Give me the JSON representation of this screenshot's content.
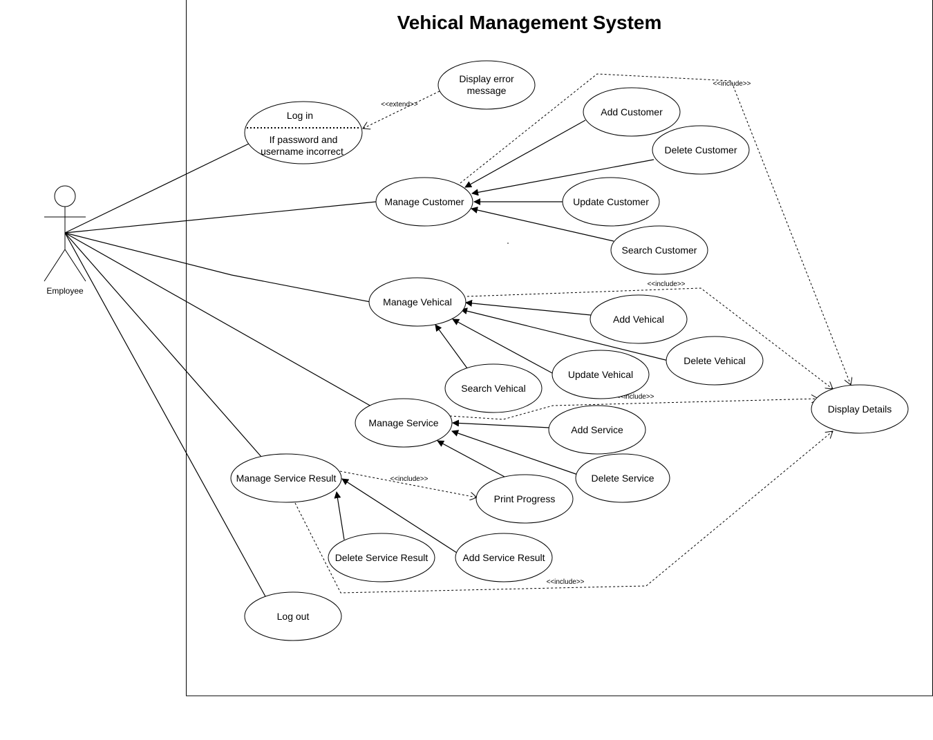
{
  "title": "Vehical Management System",
  "actor": {
    "name": "Employee"
  },
  "use_cases": {
    "login": "Log in",
    "login_condition": [
      "If password and",
      "username incorrect"
    ],
    "display_error": [
      "Display error",
      "message"
    ],
    "manage_customer": "Manage Customer",
    "add_customer": "Add Customer",
    "delete_customer": "Delete Customer",
    "update_customer": "Update Customer",
    "search_customer": "Search Customer",
    "manage_vehical": "Manage Vehical",
    "add_vehical": "Add Vehical",
    "delete_vehical": "Delete Vehical",
    "update_vehical": "Update Vehical",
    "search_vehical": "Search Vehical",
    "manage_service": "Manage Service",
    "add_service": "Add Service",
    "delete_service": "Delete Service",
    "print_progress": "Print Progress",
    "manage_service_result": "Manage Service Result",
    "delete_service_result": "Delete Service Result",
    "add_service_result": "Add Service Result",
    "log_out": "Log out",
    "display_details": "Display Details"
  },
  "stereotypes": {
    "extend": "<<extend>>",
    "include": "<<include>>"
  }
}
